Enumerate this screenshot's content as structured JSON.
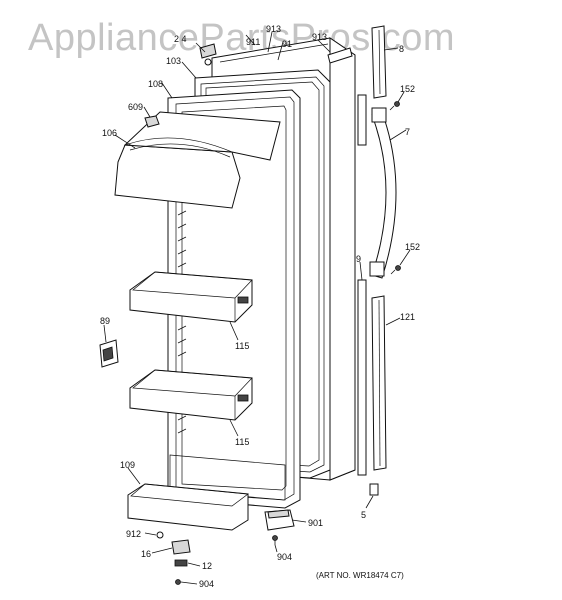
{
  "watermark": "AppliancePartsPros.com",
  "art_number": "(ART NO. WR18474 C7)",
  "labels": {
    "p_2_4": "2 4",
    "p_911a": "911",
    "p_913a": "913",
    "p_91": "91",
    "p_913b": "913",
    "p_8": "8",
    "p_103": "103",
    "p_108": "108",
    "p_609": "609",
    "p_106": "106",
    "p_152a": "152",
    "p_7": "7",
    "p_152b": "152",
    "p_9": "9",
    "p_121": "121",
    "p_89": "89",
    "p_115a": "115",
    "p_115b": "115",
    "p_109": "109",
    "p_5": "5",
    "p_901": "901",
    "p_912": "912",
    "p_16": "16",
    "p_12": "12",
    "p_904a": "904",
    "p_904b": "904"
  }
}
